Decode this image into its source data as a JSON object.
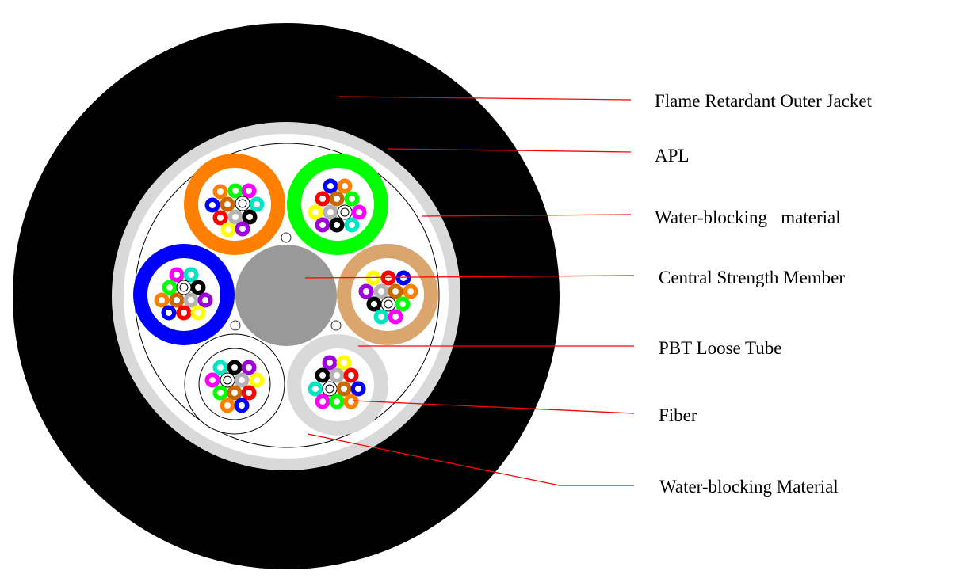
{
  "title": "Optical fiber cable cross-section",
  "colors": {
    "outer_jacket": "#000000",
    "apl": "#d9d9d9",
    "water_blocking": "#ffffff",
    "binder_line": "#000000",
    "central_member": "#999999",
    "leader_line": "#ff0000",
    "label_text": "#000000",
    "fiber_palette": {
      "blue": "#0000ff",
      "orange": "#ff8000",
      "green": "#00ff00",
      "brown": "#cc6600",
      "gray": "#b3b3b3",
      "white": "#ffffff",
      "red": "#ff0000",
      "black": "#000000",
      "yellow": "#ffff00",
      "purple": "#a000e0",
      "magenta": "#ff00ff",
      "cyan": "#00e6c3"
    }
  },
  "layers": [
    {
      "name": "Flame Retardant Outer Jacket",
      "color": "#000000"
    },
    {
      "name": "APL",
      "color": "#d9d9d9"
    },
    {
      "name": "Water-blocking material",
      "color": "#ffffff"
    },
    {
      "name": "Central Strength Member",
      "color": "#999999"
    }
  ],
  "filler_rods": 3,
  "tubes": [
    {
      "name": "tube-orange",
      "tube_color": "#ff8000",
      "style": "solid",
      "fibers": [
        "orange",
        "green",
        "magenta",
        "blue",
        "brown",
        "white",
        "cyan",
        "red",
        "gray",
        "black",
        "yellow",
        "purple"
      ]
    },
    {
      "name": "tube-green",
      "tube_color": "#00ff00",
      "style": "solid",
      "fibers": [
        "blue",
        "orange",
        "red",
        "brown",
        "green",
        "yellow",
        "gray",
        "white",
        "magenta",
        "purple",
        "black",
        "cyan"
      ]
    },
    {
      "name": "tube-blue",
      "tube_color": "#0000ff",
      "style": "solid",
      "fibers": [
        "magenta",
        "cyan",
        "green",
        "white",
        "black",
        "orange",
        "brown",
        "gray",
        "purple",
        "blue",
        "red",
        "yellow"
      ]
    },
    {
      "name": "tube-tan",
      "tube_color": "#dba56e",
      "style": "solid",
      "fibers": [
        "yellow",
        "red",
        "blue",
        "purple",
        "gray",
        "brown",
        "orange",
        "black",
        "white",
        "green",
        "cyan",
        "magenta"
      ]
    },
    {
      "name": "tube-white",
      "tube_color": "#ffffff",
      "style": "outlined",
      "fibers": [
        "cyan",
        "black",
        "purple",
        "magenta",
        "white",
        "gray",
        "yellow",
        "green",
        "brown",
        "red",
        "orange",
        "blue"
      ]
    },
    {
      "name": "tube-light-gray",
      "tube_color": "#d9d9d9",
      "style": "solid",
      "fibers": [
        "purple",
        "yellow",
        "black",
        "gray",
        "red",
        "cyan",
        "white",
        "brown",
        "blue",
        "magenta",
        "green",
        "orange"
      ]
    }
  ],
  "labels": [
    {
      "id": "outer-jacket",
      "text": "Flame Retardant Outer Jacket"
    },
    {
      "id": "apl",
      "text": "APL"
    },
    {
      "id": "water-blocking-material-1",
      "text": "Water-blocking   material"
    },
    {
      "id": "central-strength-member",
      "text": "Central Strength Member"
    },
    {
      "id": "pbt-loose-tube",
      "text": "PBT Loose Tube"
    },
    {
      "id": "fiber",
      "text": "Fiber"
    },
    {
      "id": "water-blocking-material-2",
      "text": "Water-blocking Material"
    }
  ]
}
